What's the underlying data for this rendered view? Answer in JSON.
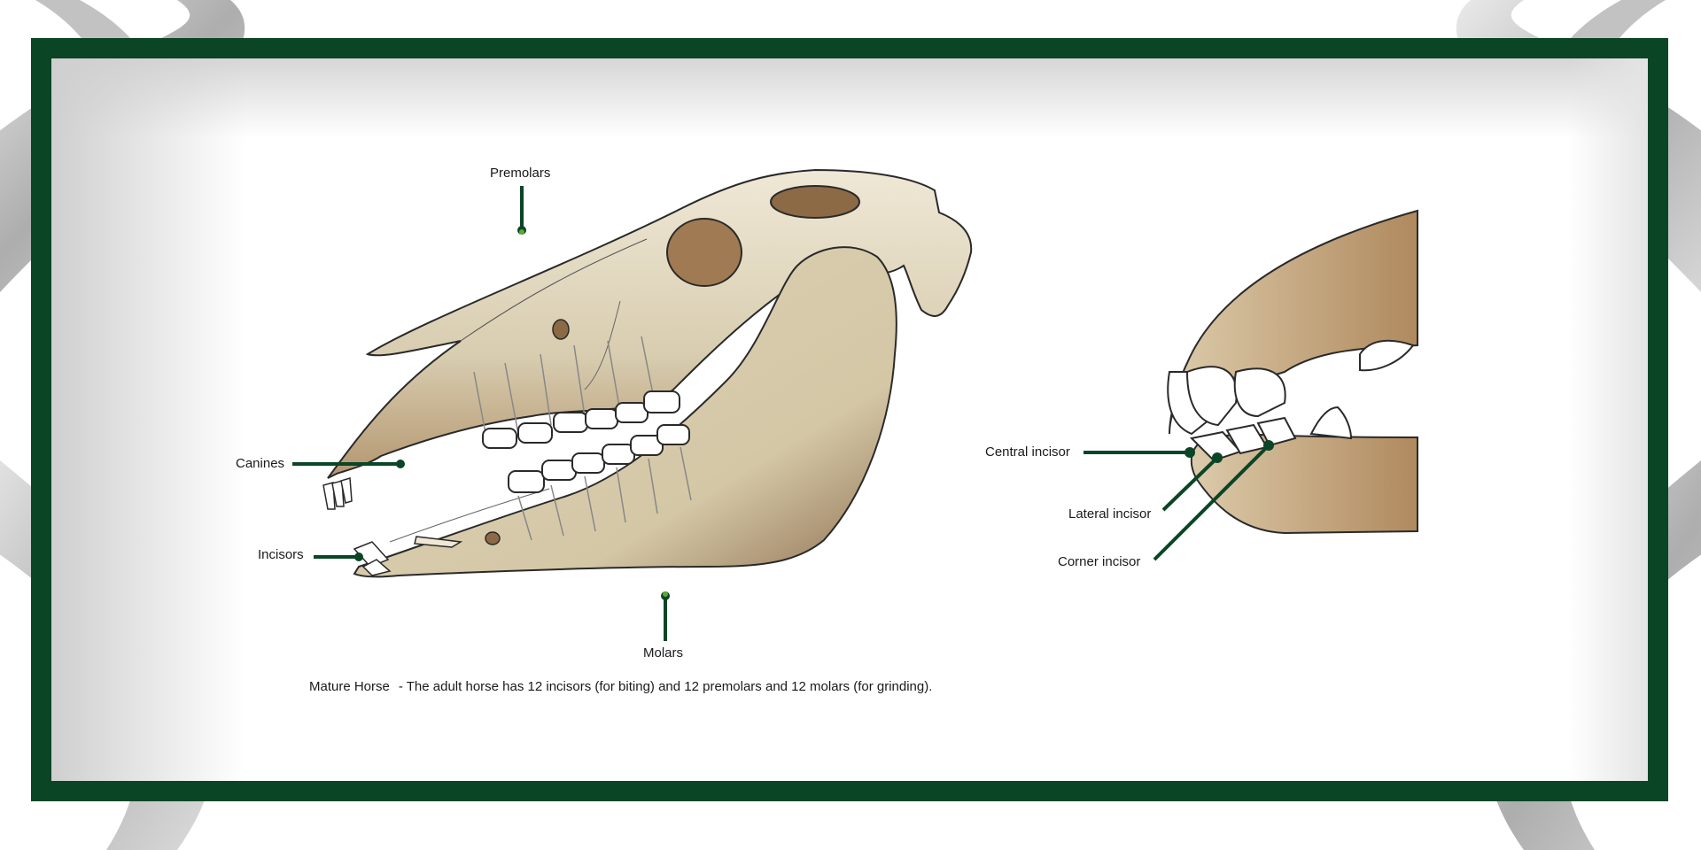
{
  "labels": {
    "premolars": "Premolars",
    "canines": "Canines",
    "incisors": "Incisors",
    "molars": "Molars",
    "central_incisor": "Central incisor",
    "lateral_incisor": "Lateral incisor",
    "corner_incisor": "Corner incisor"
  },
  "caption": {
    "title": "Mature Horse",
    "text": "- The adult horse has 12 incisors (for biting) and 12 premolars and 12 molars (for grinding)."
  },
  "colors": {
    "frame": "#0a4526",
    "leader": "#0a4526",
    "dot_accent": "#5fa832",
    "bone": "#ddd3b8",
    "bone_shadow": "#a88963",
    "ribbon": "#bdbdbd"
  }
}
